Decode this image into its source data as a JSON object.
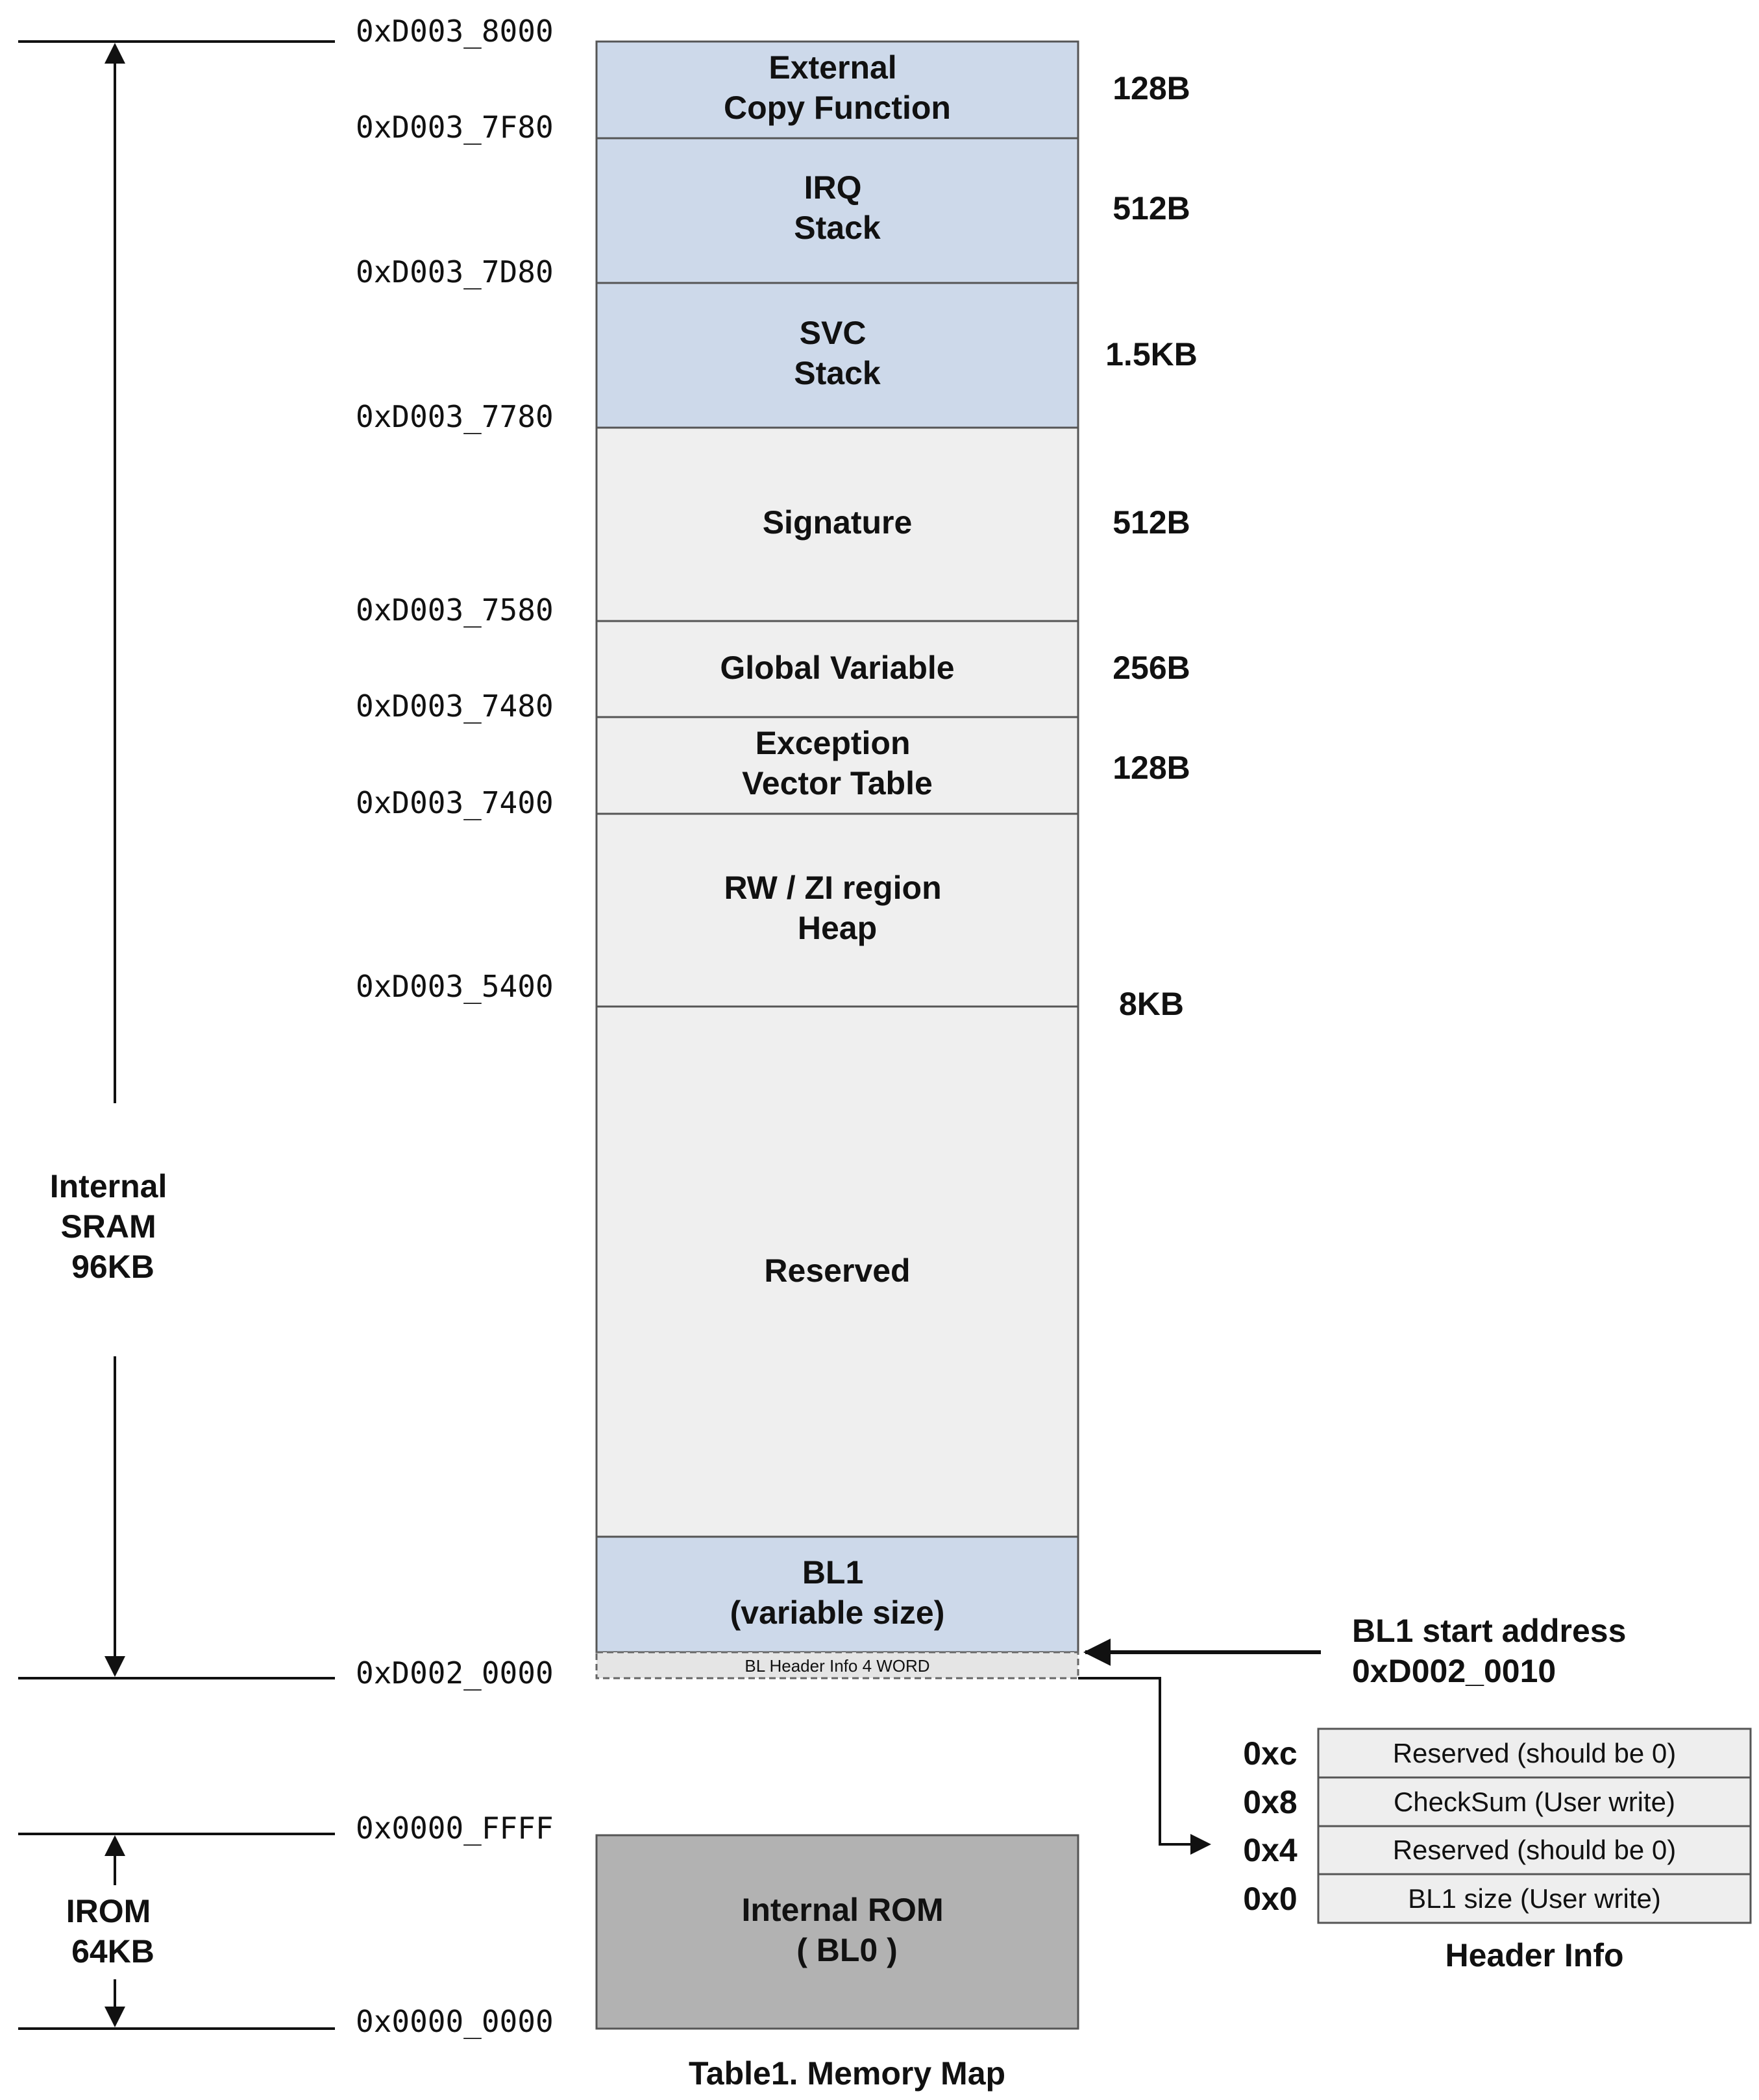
{
  "caption": "Table1. Memory Map",
  "colors": {
    "blue_block": "#cdd9ea",
    "gray_block": "#efefef",
    "rom_block": "#b2b2b2",
    "header_cell": "#eeeeee",
    "header_strip": "#e5e5e5"
  },
  "addresses": {
    "a_8000": "0xD003_8000",
    "a_7f80": "0xD003_7F80",
    "a_7d80": "0xD003_7D80",
    "a_7780": "0xD003_7780",
    "a_7580": "0xD003_7580",
    "a_7480": "0xD003_7480",
    "a_7400": "0xD003_7400",
    "a_5400": "0xD003_5400",
    "a_0000": "0xD002_0000",
    "rom_top": "0x0000_FFFF",
    "rom_bottom": "0x0000_0000"
  },
  "blocks": {
    "external_copy": {
      "line1": "External",
      "line2": "Copy Function",
      "size": "128B"
    },
    "irq_stack": {
      "line1": "IRQ",
      "line2": "Stack",
      "size": "512B"
    },
    "svc_stack": {
      "line1": "SVC",
      "line2": "Stack",
      "size": "1.5KB"
    },
    "signature": {
      "label": "Signature",
      "size": "512B"
    },
    "global_variable": {
      "label": "Global Variable",
      "size": "256B"
    },
    "exception_vector": {
      "line1": "Exception",
      "line2": "Vector Table",
      "size": "128B"
    },
    "rw_zi": {
      "line1": "RW / ZI region",
      "line2": "Heap",
      "size": "8KB"
    },
    "reserved": {
      "label": "Reserved"
    },
    "bl1": {
      "line1": "BL1",
      "line2": "(variable size)"
    },
    "bl_header": {
      "label": "BL Header Info 4 WORD"
    },
    "internal_rom": {
      "line1": "Internal ROM",
      "line2": "( BL0 )"
    }
  },
  "sram_span": {
    "line1": "Internal",
    "line2": "SRAM",
    "line3": "96KB"
  },
  "irom_span": {
    "line1": "IROM",
    "line2": "64KB"
  },
  "bl1_start": {
    "line1": "BL1 start address",
    "line2": "0xD002_0010"
  },
  "header_info": {
    "title": "Header Info",
    "rows": [
      {
        "offset": "0xc",
        "desc": "Reserved (should be 0)"
      },
      {
        "offset": "0x8",
        "desc": "CheckSum (User write)"
      },
      {
        "offset": "0x4",
        "desc": "Reserved (should be 0)"
      },
      {
        "offset": "0x0",
        "desc": "BL1 size (User write)"
      }
    ]
  }
}
